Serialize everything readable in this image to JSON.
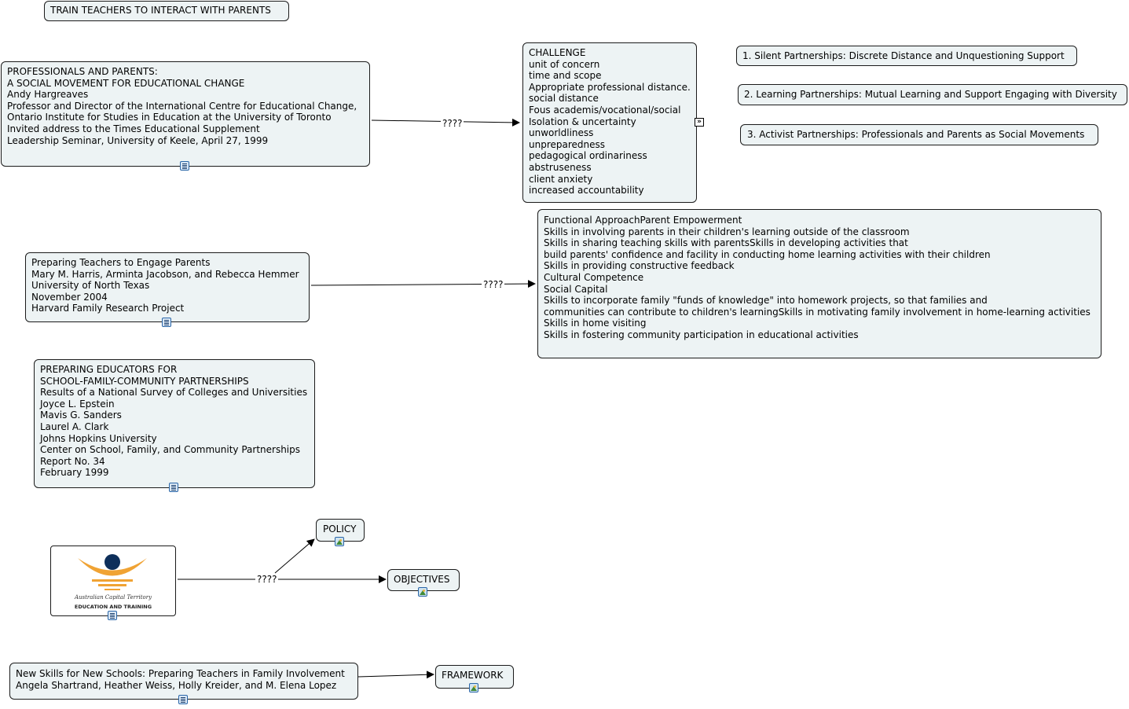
{
  "title": "TRAIN TEACHERS TO INTERACT WITH PARENTS",
  "link_label": "????",
  "nodes": {
    "hargreaves": [
      "PROFESSIONALS AND PARENTS:",
      "A SOCIAL MOVEMENT FOR EDUCATIONAL CHANGE",
      "Andy Hargreaves",
      "Professor and Director of the International Centre for Educational Change,",
      "Ontario Institute for Studies in Education at the University of Toronto",
      "Invited address to the Times Educational Supplement",
      "Leadership Seminar, University of Keele, April 27, 1999"
    ],
    "challenge": [
      "CHALLENGE",
      "unit of concern",
      "time and scope",
      "Appropriate professional distance.",
      "social distance",
      "Fous  academis/vocational/social",
      "Isolation & uncertainty",
      "unworldliness",
      "unpreparedness",
      "pedagogical ordinariness",
      "abstruseness",
      "client anxiety",
      "increased accountability"
    ],
    "partnership_1": "1. Silent Partnerships: Discrete Distance and Unquestioning Support",
    "partnership_2": "2. Learning Partnerships: Mutual Learning and Support Engaging with Diversity",
    "partnership_3": "3. Activist Partnerships: Professionals and Parents as Social Movements",
    "harvard": [
      "Preparing Teachers to Engage Parents",
      "Mary M. Harris, Arminta Jacobson, and Rebecca Hemmer",
      "University of North Texas",
      "November 2004",
      "Harvard Family Research Project"
    ],
    "skills": [
      "Functional ApproachParent Empowerment",
      "Skills in involving parents in their children's learning outside of the classroom",
      "Skills in sharing teaching skills with parentsSkills in developing activities that",
      "build parents' confidence and facility in conducting home learning activities with their children",
      "Skills in providing constructive feedback",
      "Cultural Competence",
      "Social Capital",
      "Skills to incorporate family \"funds of knowledge\" into homework projects, so that families and",
      "communities can contribute to children's learningSkills in motivating family involvement in home-learning activities",
      "Skills in home visiting",
      "Skills in fostering community participation in educational activities"
    ],
    "epstein": [
      "PREPARING EDUCATORS FOR",
      "SCHOOL-FAMILY-COMMUNITY PARTNERSHIPS",
      "Results of a National Survey of Colleges and Universities",
      "Joyce L. Epstein",
      "Mavis G. Sanders",
      "Laurel A. Clark",
      "Johns Hopkins University",
      "Center on School, Family, and Community Partnerships",
      "Report No. 34",
      "February 1999"
    ],
    "logo_caption_1": "Australian Capital Territory",
    "logo_caption_2": "EDUCATION AND TRAINING",
    "policy": "POLICY",
    "objectives": "OBJECTIVES",
    "new_skills": [
      "New Skills for New Schools: Preparing Teachers in Family Involvement",
      "Angela Shartrand, Heather Weiss, Holly Kreider, and M. Elena Lopez"
    ],
    "framework": "FRAMEWORK"
  },
  "icons": {
    "document": "document-icon",
    "image": "image-icon",
    "expand": "expand-icon"
  },
  "colors": {
    "node_fill": "#edf3f4",
    "node_border": "#1b1b1b",
    "logo_orange": "#f0a334",
    "logo_navy": "#0e2f5a",
    "icon_blue": "#2a66a8"
  }
}
